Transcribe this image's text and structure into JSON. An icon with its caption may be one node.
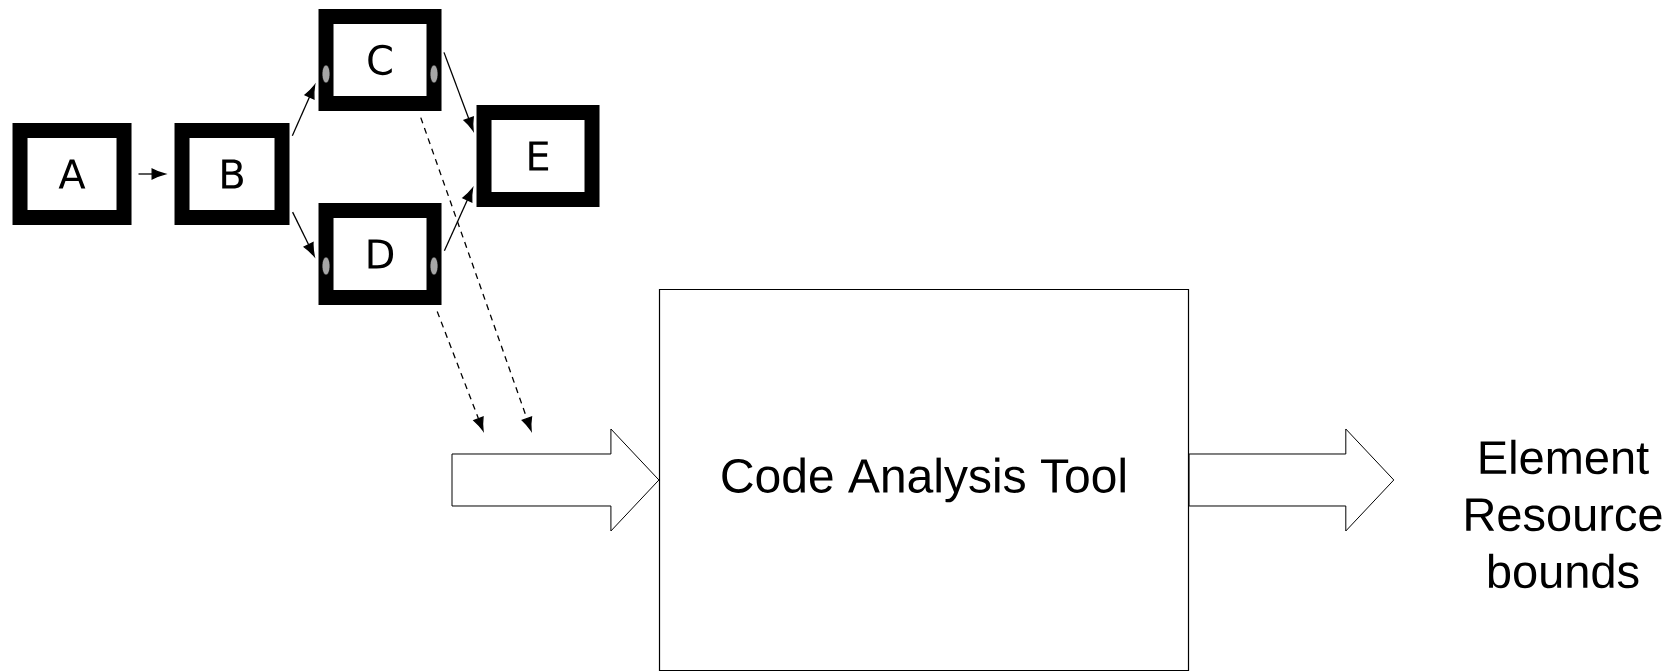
{
  "diagram": {
    "nodes": [
      {
        "text": [
          "A"
        ]
      },
      {
        "text": [
          "B"
        ]
      },
      {
        "text": [
          "C"
        ]
      },
      {
        "text": [
          "D"
        ]
      },
      {
        "text": [
          "E"
        ]
      },
      {
        "text": [
          "Code Analysis Tool"
        ]
      },
      {
        "text": [
          "Element Resource bounds"
        ]
      }
    ],
    "edges": [
      {
        "from": 0,
        "to": 1,
        "arrow": "to"
      },
      {
        "from": 1,
        "to": 2,
        "arrow": "to"
      },
      {
        "from": 1,
        "to": 3,
        "arrow": "to"
      },
      {
        "from": 2,
        "to": 4,
        "arrow": "to"
      },
      {
        "from": 3,
        "to": 4,
        "arrow": "to"
      },
      {
        "from": 2,
        "to": null,
        "arrow": "to",
        "style": "dashed"
      },
      {
        "from": 3,
        "to": null,
        "arrow": "to",
        "style": "dashed"
      },
      {
        "from": null,
        "to": 5,
        "arrow": "to",
        "style": "thick"
      },
      {
        "from": 5,
        "to": 6,
        "arrow": "to",
        "style": "thick"
      }
    ]
  }
}
